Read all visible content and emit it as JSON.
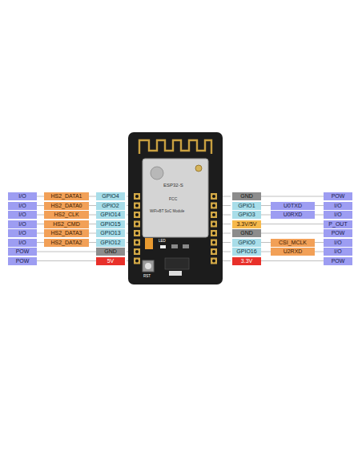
{
  "diagram": {
    "nodes": [
      {
        "text": [
          "I/O"
        ]
      },
      {
        "text": [
          "HS2_DATA1"
        ]
      },
      {
        "text": [
          "GPIO4"
        ]
      },
      {
        "text": [
          "GND"
        ]
      },
      {
        "text": [
          "POW"
        ]
      },
      {
        "text": [
          "I/O"
        ]
      },
      {
        "text": [
          "HS2_DATA0"
        ]
      },
      {
        "text": [
          "GPIO2"
        ]
      },
      {
        "text": [
          "GPIO1"
        ]
      },
      {
        "text": [
          "U0TXD"
        ]
      },
      {
        "text": [
          "I/O"
        ]
      },
      {
        "text": [
          "I/O"
        ]
      },
      {
        "text": [
          "HS2_CLK"
        ]
      },
      {
        "text": [
          "GPIO14"
        ]
      },
      {
        "text": [
          "GPIO3"
        ]
      },
      {
        "text": [
          "U0RXD"
        ]
      },
      {
        "text": [
          "I/O"
        ]
      },
      {
        "text": [
          "I/O"
        ]
      },
      {
        "text": [
          "HS2_CMD"
        ]
      },
      {
        "text": [
          "GPIO15"
        ]
      },
      {
        "text": [
          "3.3V/5V"
        ]
      },
      {
        "text": [
          "P_OUT"
        ]
      },
      {
        "text": [
          "I/O"
        ]
      },
      {
        "text": [
          "HS2_DATA3"
        ]
      },
      {
        "text": [
          "GPIO13"
        ]
      },
      {
        "text": [
          "GND"
        ]
      },
      {
        "text": [
          "POW"
        ]
      },
      {
        "text": [
          "I/O"
        ]
      },
      {
        "text": [
          "HS2_DATA2"
        ]
      },
      {
        "text": [
          "GPIO12"
        ]
      },
      {
        "text": [
          "GPIO0"
        ]
      },
      {
        "text": [
          "CSI_MCLK"
        ]
      },
      {
        "text": [
          "I/O"
        ]
      },
      {
        "text": [
          "POW"
        ]
      },
      {
        "text": [
          "GND"
        ]
      },
      {
        "text": [
          "GPIO16"
        ]
      },
      {
        "text": [
          "U2RXD"
        ]
      },
      {
        "text": [
          "I/O"
        ]
      },
      {
        "text": [
          "POW"
        ]
      },
      {
        "text": [
          "5V"
        ]
      },
      {
        "text": [
          "3.3V"
        ]
      },
      {
        "text": [
          "POW"
        ]
      }
    ],
    "edges": [
      {
        "from": 0,
        "to": 1,
        "arrow": "none"
      },
      {
        "from": 1,
        "to": 2,
        "arrow": "none"
      },
      {
        "from": 3,
        "to": 4,
        "arrow": "none"
      },
      {
        "from": 5,
        "to": 6,
        "arrow": "none"
      },
      {
        "from": 6,
        "to": 7,
        "arrow": "none"
      },
      {
        "from": 8,
        "to": 9,
        "arrow": "none"
      },
      {
        "from": 9,
        "to": 10,
        "arrow": "none"
      },
      {
        "from": 11,
        "to": 12,
        "arrow": "none"
      },
      {
        "from": 12,
        "to": 13,
        "arrow": "none"
      },
      {
        "from": 14,
        "to": 15,
        "arrow": "none"
      },
      {
        "from": 15,
        "to": 16,
        "arrow": "none"
      },
      {
        "from": 17,
        "to": 18,
        "arrow": "none"
      },
      {
        "from": 18,
        "to": 19,
        "arrow": "none"
      },
      {
        "from": 20,
        "to": 21,
        "arrow": "none"
      },
      {
        "from": 22,
        "to": 23,
        "arrow": "none"
      },
      {
        "from": 23,
        "to": 24,
        "arrow": "none"
      },
      {
        "from": 25,
        "to": 26,
        "arrow": "none"
      },
      {
        "from": 27,
        "to": 28,
        "arrow": "none"
      },
      {
        "from": 28,
        "to": 29,
        "arrow": "none"
      },
      {
        "from": 30,
        "to": 31,
        "arrow": "none"
      },
      {
        "from": 31,
        "to": 32,
        "arrow": "none"
      },
      {
        "from": 33,
        "to": 34,
        "arrow": "none"
      },
      {
        "from": 35,
        "to": 36,
        "arrow": "none"
      },
      {
        "from": 36,
        "to": 37,
        "arrow": "none"
      },
      {
        "from": 38,
        "to": 39,
        "arrow": "none"
      },
      {
        "from": 40,
        "to": 41,
        "arrow": "none"
      }
    ],
    "labels": [
      "ESP32-S",
      "FCC",
      "WiFi+BT SoC Module",
      "RST",
      "LED"
    ]
  }
}
